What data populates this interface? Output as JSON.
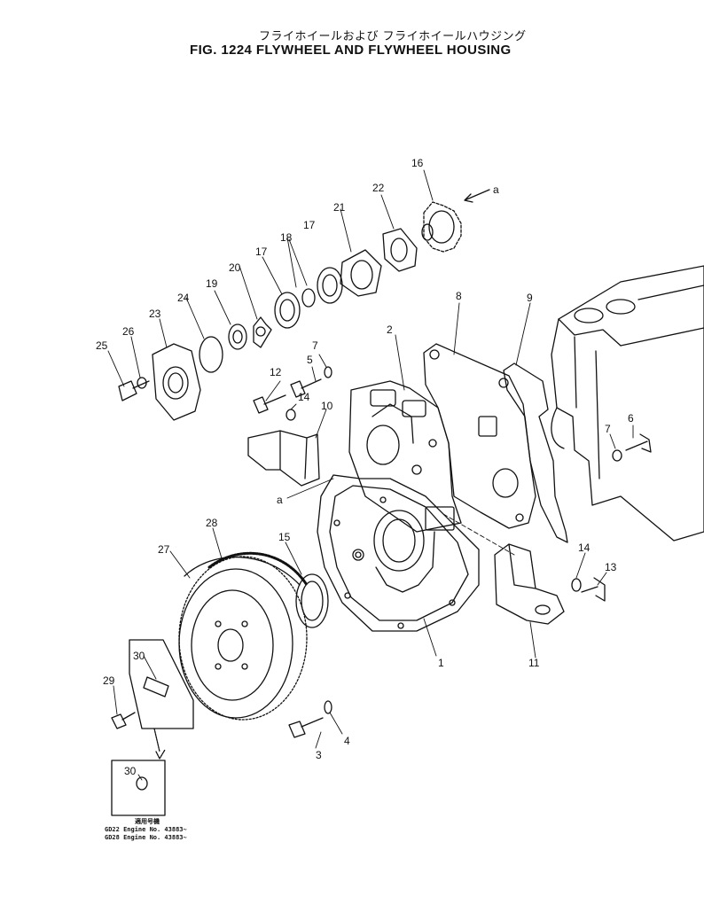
{
  "header": {
    "title_jp": "フライホイールおよび フライホイールハウジング",
    "title_en": "FIG. 1224  FLYWHEEL AND FLYWHEEL HOUSING"
  },
  "callouts": [
    {
      "id": "c1",
      "text": "1"
    },
    {
      "id": "c2",
      "text": "2"
    },
    {
      "id": "c3",
      "text": "3"
    },
    {
      "id": "c4",
      "text": "4"
    },
    {
      "id": "c5",
      "text": "5"
    },
    {
      "id": "c6",
      "text": "6"
    },
    {
      "id": "c7a",
      "text": "7"
    },
    {
      "id": "c7b",
      "text": "7"
    },
    {
      "id": "c8",
      "text": "8"
    },
    {
      "id": "c9",
      "text": "9"
    },
    {
      "id": "c10",
      "text": "10"
    },
    {
      "id": "c11",
      "text": "11"
    },
    {
      "id": "c12",
      "text": "12"
    },
    {
      "id": "c13",
      "text": "13"
    },
    {
      "id": "c14a",
      "text": "14"
    },
    {
      "id": "c14b",
      "text": "14"
    },
    {
      "id": "c15",
      "text": "15"
    },
    {
      "id": "c16",
      "text": "16"
    },
    {
      "id": "c17a",
      "text": "17"
    },
    {
      "id": "c17b",
      "text": "17"
    },
    {
      "id": "c18",
      "text": "18"
    },
    {
      "id": "c19",
      "text": "19"
    },
    {
      "id": "c20",
      "text": "20"
    },
    {
      "id": "c21",
      "text": "21"
    },
    {
      "id": "c22",
      "text": "22"
    },
    {
      "id": "c23",
      "text": "23"
    },
    {
      "id": "c24",
      "text": "24"
    },
    {
      "id": "c25",
      "text": "25"
    },
    {
      "id": "c26",
      "text": "26"
    },
    {
      "id": "c27",
      "text": "27"
    },
    {
      "id": "c28",
      "text": "28"
    },
    {
      "id": "c29",
      "text": "29"
    },
    {
      "id": "c30a",
      "text": "30"
    },
    {
      "id": "c30b",
      "text": "30"
    },
    {
      "id": "ref_a1",
      "text": "a"
    },
    {
      "id": "ref_a2",
      "text": "a"
    }
  ],
  "notes": {
    "heading": "適用号機",
    "line1": "GD22  Engine  No. 43883~",
    "line2": "GD28  Engine  No. 43883~"
  },
  "colors": {
    "ink": "#111111",
    "paper": "#ffffff"
  }
}
